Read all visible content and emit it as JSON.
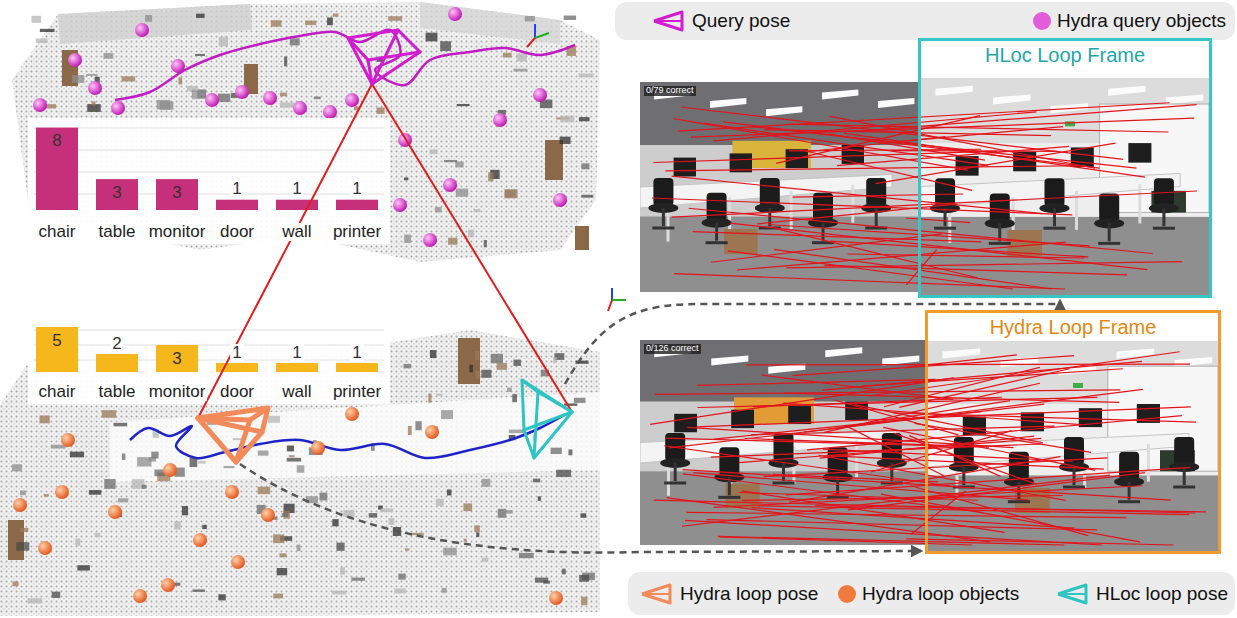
{
  "diagram": {
    "nodes": [
      {
        "text": [
          "HLoc Loop Frame"
        ]
      },
      {
        "text": [
          "Hydra Loop Frame"
        ]
      }
    ],
    "labels": [
      "0/79 correct",
      "0/126 correct",
      "8",
      "3",
      "3",
      "1",
      "1",
      "1",
      "chair",
      "table",
      "monitor",
      "door",
      "wall",
      "printer",
      "5",
      "2",
      "3",
      "1",
      "1",
      "1",
      "chair",
      "table",
      "monitor",
      "door",
      "wall",
      "printer"
    ],
    "legend": [
      {
        "text": "Query pose"
      },
      {
        "text": "Hydra query objects",
        "color": "#e35ddb"
      },
      {
        "text": "Hydra loop pose"
      },
      {
        "text": "Hydra loop objects",
        "color": "#f07a3c"
      },
      {
        "text": "HLoc loop pose"
      }
    ]
  }
}
